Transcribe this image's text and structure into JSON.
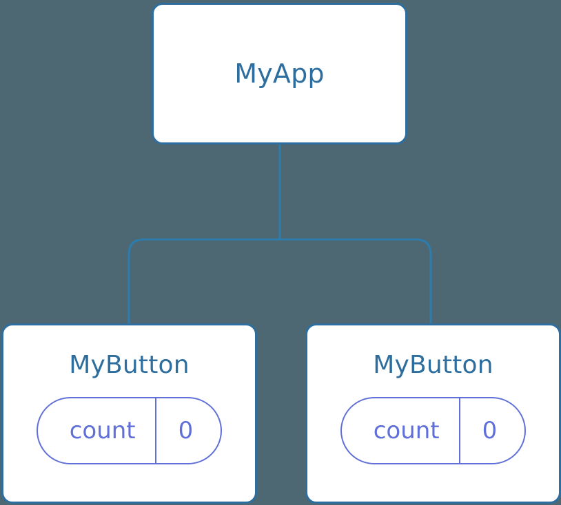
{
  "diagram": {
    "type": "component-tree",
    "background_color": "#4d6873",
    "node_fill_color": "#ffffff",
    "node_border_color": "#2d6e9e",
    "title_color": "#2d6e9e",
    "state_color": "#6170d8",
    "connector_color": "#2d7cae"
  },
  "tree": {
    "root": {
      "label": "MyApp"
    },
    "children": [
      {
        "label": "MyButton",
        "state": {
          "key": "count",
          "value": "0"
        }
      },
      {
        "label": "MyButton",
        "state": {
          "key": "count",
          "value": "0"
        }
      }
    ]
  }
}
